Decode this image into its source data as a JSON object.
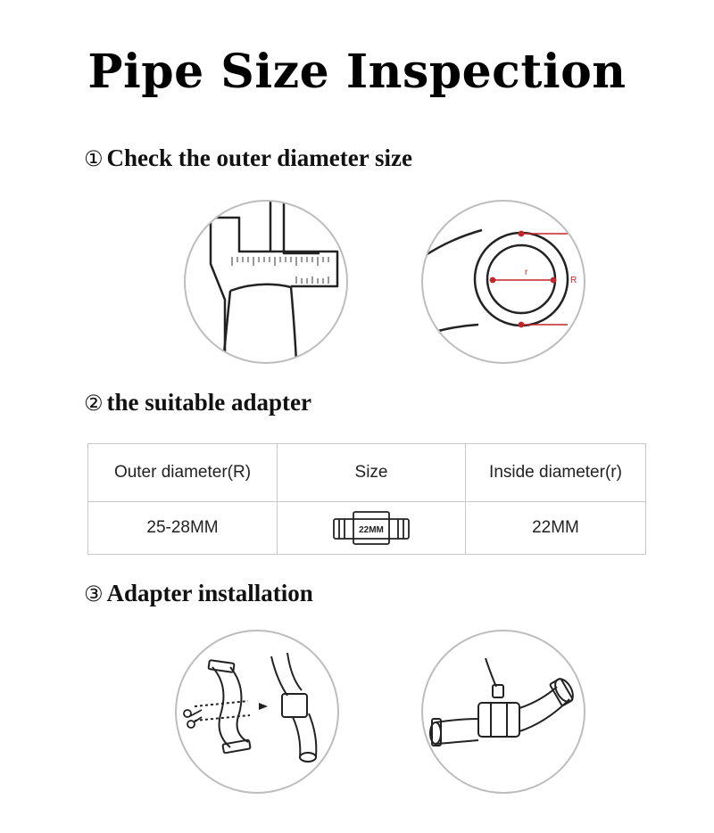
{
  "title": "Pipe Size Inspection",
  "steps": [
    {
      "num": "①",
      "text": "Check the outer diameter size"
    },
    {
      "num": "②",
      "text": "the suitable adapter"
    },
    {
      "num": "③",
      "text": "Adapter installation"
    }
  ],
  "diagram": {
    "inner_label": "r",
    "outer_label": "R"
  },
  "table": {
    "headers": [
      "Outer diameter(R)",
      "Size",
      "Inside diameter(r)"
    ],
    "row": {
      "outer": "25-28MM",
      "adapter_label": "22MM",
      "inside": "22MM"
    }
  },
  "colors": {
    "accent_red": "#c0262c",
    "line": "#222222",
    "border": "#bdbdbd"
  },
  "icons": [
    "caliper-illustration",
    "pipe-cross-section-illustration",
    "adapter-fitting-icon",
    "scissors-icon",
    "hose-cutting-illustration",
    "installed-adapter-illustration"
  ]
}
